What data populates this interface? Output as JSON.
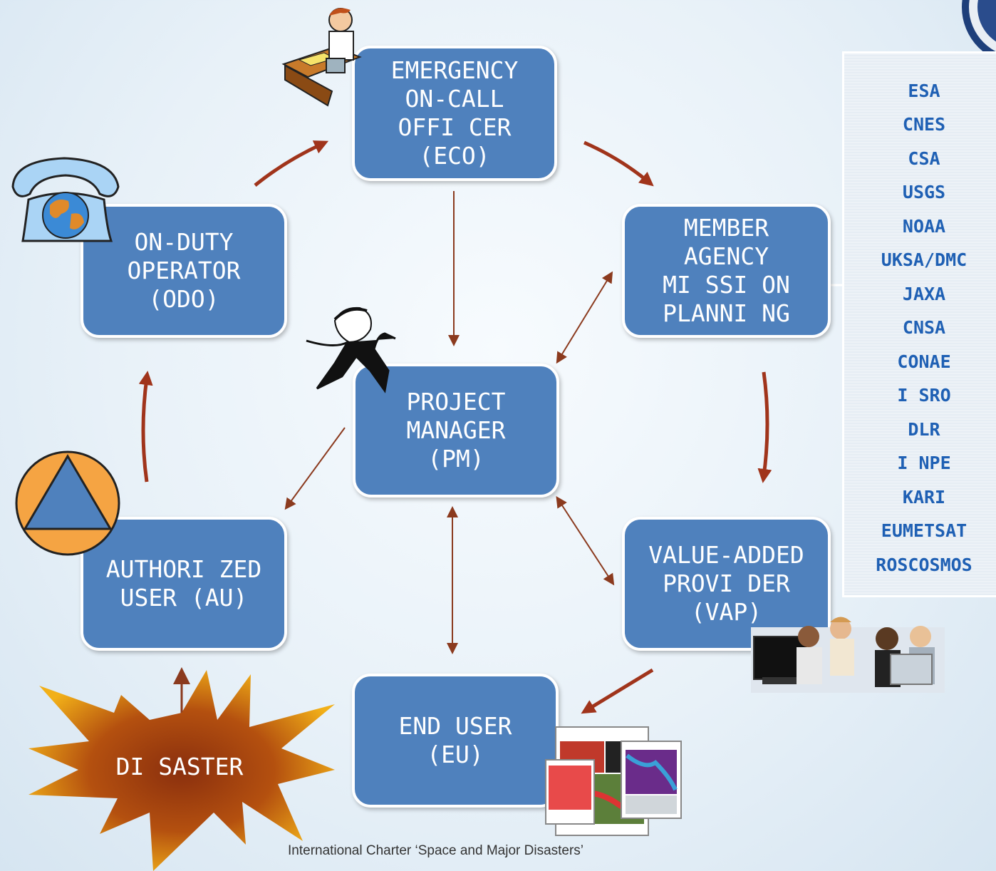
{
  "nodes": {
    "eco": "EMERGENCY\nON-CALL\nOFFI CER\n(ECO)",
    "odo": "ON-DUTY\nOPERATOR\n(ODO)",
    "member": "MEMBER\nAGENCY\nMI SSI ON\nPLANNI NG",
    "pm": "PROJECT\nMANAGER\n(PM)",
    "au": "AUTHORI ZED\nUSER  (AU)",
    "vap": "VALUE-ADDED\nPROVI DER\n(VAP)",
    "eu": "END  USER\n(EU)"
  },
  "disaster": "DI SASTER",
  "agencies": [
    "ESA",
    "CNES",
    "CSA",
    "USGS",
    "NOAA",
    "UKSA/DMC",
    "JAXA",
    "CNSA",
    "CONAE",
    "I SRO",
    "DLR",
    "I NPE",
    "KARI",
    "EUMETSAT",
    "ROSCOSMOS"
  ],
  "footer": "International Charter ‘Space and Major Disasters’",
  "colors": {
    "node": "#4f81bd",
    "arrow_thick": "#a0341b",
    "arrow_thin": "#8b3a1e",
    "agency_text": "#1f60b4"
  }
}
